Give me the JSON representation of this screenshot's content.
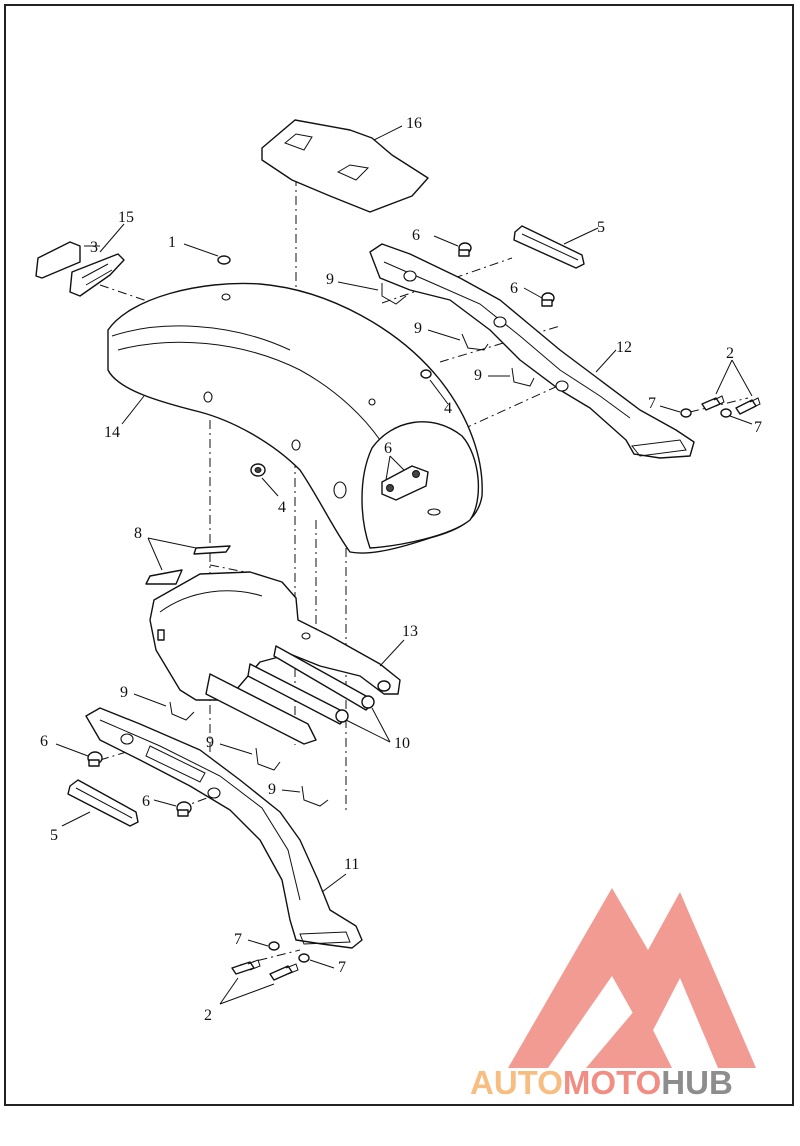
{
  "diagram": {
    "callouts": {
      "c1": "1",
      "c2a": "2",
      "c2b": "2",
      "c3": "3",
      "c4a": "4",
      "c4b": "4",
      "c5a": "5",
      "c5b": "5",
      "c6a": "6",
      "c6b": "6",
      "c6c": "6",
      "c6d": "6",
      "c6e": "6",
      "c7a": "7",
      "c7b": "7",
      "c7c": "7",
      "c7d": "7",
      "c8": "8",
      "c9a": "9",
      "c9b": "9",
      "c9c": "9",
      "c9d": "9",
      "c9e": "9",
      "c9f": "9",
      "c10": "10",
      "c11": "11",
      "c12": "12",
      "c13": "13",
      "c14": "14",
      "c15": "15",
      "c16": "16"
    }
  },
  "watermark": {
    "part1": "AUTO",
    "part2": "MOTO",
    "part3": "HUB",
    "colors": {
      "logo": "#f08a80",
      "auto": "#f7b26a",
      "moto": "#f07a6e",
      "hub": "#7a7a7a"
    }
  }
}
